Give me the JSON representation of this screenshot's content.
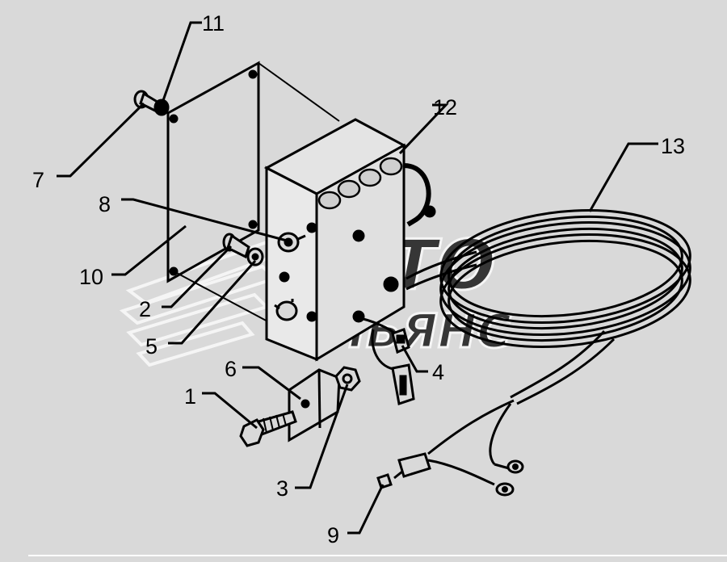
{
  "diagram": {
    "background_color": "#d9d9d9",
    "line_color": "#000000",
    "part_labels": {
      "p1": "1",
      "p2": "2",
      "p3": "3",
      "p4": "4",
      "p5": "5",
      "p6": "6",
      "p7": "7",
      "p8": "8",
      "p9": "9",
      "p10": "10",
      "p11": "11",
      "p12": "12",
      "p13": "13"
    }
  },
  "watermark": {
    "line1": "АВТО",
    "line2": "АЛЬЯНС",
    "color": "#bdbdbd"
  }
}
